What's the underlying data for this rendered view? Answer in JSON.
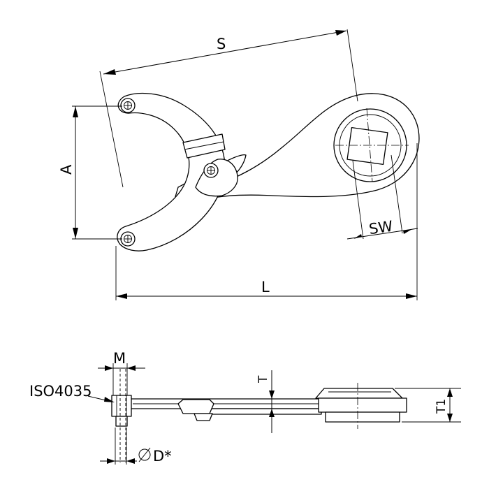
{
  "labels": {
    "S": "S",
    "A": "A",
    "SW": "SW",
    "L": "L",
    "M": "M",
    "T": "T",
    "T1": "T1",
    "iso": "ISO4035",
    "d": "D*"
  }
}
